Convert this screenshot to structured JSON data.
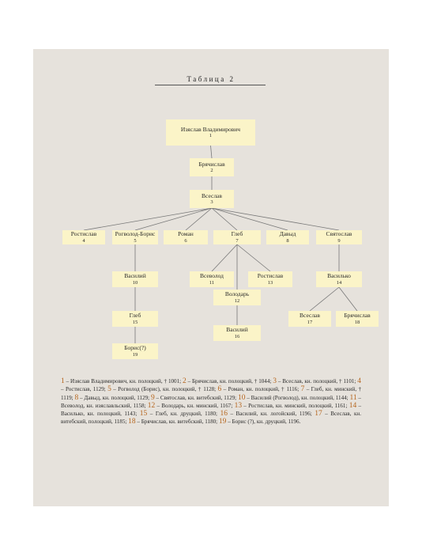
{
  "title": "Таблица 2",
  "nodes": [
    {
      "id": 1,
      "name": "Изяслав Владимирович",
      "num": "1"
    },
    {
      "id": 2,
      "name": "Брячислав",
      "num": "2"
    },
    {
      "id": 3,
      "name": "Всеслав",
      "num": "3"
    },
    {
      "id": 4,
      "name": "Ростислав",
      "num": "4"
    },
    {
      "id": 5,
      "name": "Рогволод-Борис",
      "num": "5"
    },
    {
      "id": 6,
      "name": "Роман",
      "num": "6"
    },
    {
      "id": 7,
      "name": "Глеб",
      "num": "7"
    },
    {
      "id": 8,
      "name": "Давыд",
      "num": "8"
    },
    {
      "id": 9,
      "name": "Святослав",
      "num": "9"
    },
    {
      "id": 10,
      "name": "Василий",
      "num": "10"
    },
    {
      "id": 11,
      "name": "Всеволод",
      "num": "11"
    },
    {
      "id": 12,
      "name": "Володарь",
      "num": "12"
    },
    {
      "id": 13,
      "name": "Ростислав",
      "num": "13"
    },
    {
      "id": 14,
      "name": "Василько",
      "num": "14"
    },
    {
      "id": 15,
      "name": "Глеб",
      "num": "15"
    },
    {
      "id": 16,
      "name": "Василий",
      "num": "16"
    },
    {
      "id": 17,
      "name": "Всеслав",
      "num": "17"
    },
    {
      "id": 18,
      "name": "Брячислав",
      "num": "18"
    },
    {
      "id": 19,
      "name": "Борис(?)",
      "num": "19"
    }
  ],
  "edges": [
    [
      1,
      2
    ],
    [
      2,
      3
    ],
    [
      3,
      4
    ],
    [
      3,
      5
    ],
    [
      3,
      6
    ],
    [
      3,
      7
    ],
    [
      3,
      8
    ],
    [
      3,
      9
    ],
    [
      5,
      10
    ],
    [
      10,
      15
    ],
    [
      15,
      19
    ],
    [
      7,
      11
    ],
    [
      7,
      12
    ],
    [
      7,
      13
    ],
    [
      12,
      16
    ],
    [
      9,
      14
    ],
    [
      14,
      17
    ],
    [
      14,
      18
    ]
  ],
  "legend": [
    {
      "num": "1",
      "text": "Изяслав Владимирович, кн. полоцкий, † 1001;"
    },
    {
      "num": "2",
      "text": "Брячислав, кн. полоцкий, † 1044;"
    },
    {
      "num": "3",
      "text": "Всеслав, кн. полоцкий, † 1101;"
    },
    {
      "num": "4",
      "text": "Ростислав, 1129;"
    },
    {
      "num": "5",
      "text": "Рогволод (Борис), кн. полоцкий, † 1128;"
    },
    {
      "num": "6",
      "text": "Роман, кн. полоцкий, † 1116;"
    },
    {
      "num": "7",
      "text": "Глеб, кн. минский, † 1119;"
    },
    {
      "num": "8",
      "text": "Давыд, кн. полоцкий, 1129;"
    },
    {
      "num": "9",
      "text": "Святослав, кн. витебский, 1129;"
    },
    {
      "num": "10",
      "text": "Василий (Рогволод), кн. полоцкий, 1144;"
    },
    {
      "num": "11",
      "text": "Всеволод, кн. изяславльский, 1158;"
    },
    {
      "num": "12",
      "text": "Володарь, кн. минский, 1167;"
    },
    {
      "num": "13",
      "text": "Ростислав, кн. минский, полоцкий, 1161;"
    },
    {
      "num": "14",
      "text": "Василько, кн. полоцкий, 1143;"
    },
    {
      "num": "15",
      "text": "Глеб, кн. друцкий, 1180;"
    },
    {
      "num": "16",
      "text": "Василий, кн. логойский, 1196;"
    },
    {
      "num": "17",
      "text": "Всеслав, кн. витебский, полоцкий, 1185;"
    },
    {
      "num": "18",
      "text": "Брячислав, кн. витебский, 1180;"
    },
    {
      "num": "19",
      "text": "Борис (?), кн. друцкий, 1196."
    }
  ]
}
